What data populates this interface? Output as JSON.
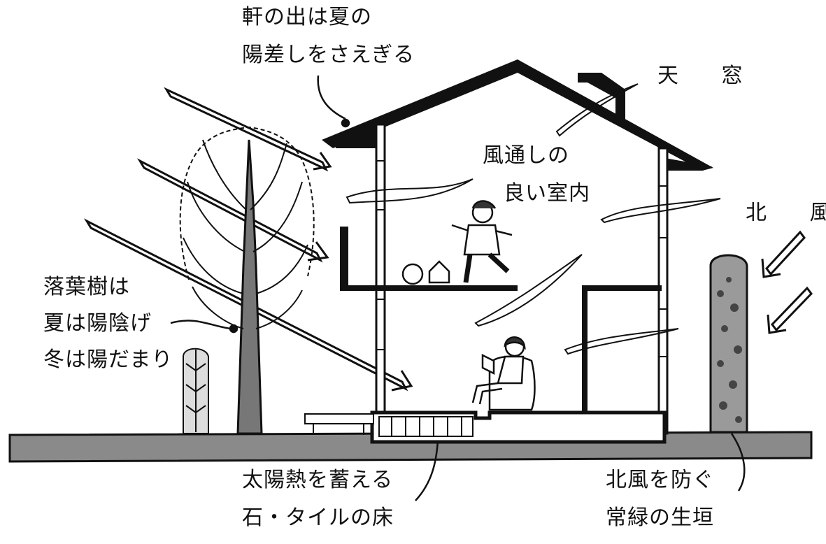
{
  "labels": {
    "eaves_line1": "軒の出は夏の",
    "eaves_line2": "陽差しをさえぎる",
    "skylight": "天 窓",
    "ventilation_line1": "風通しの",
    "ventilation_line2": "良い室内",
    "north_wind": "北 風",
    "tree_line1": "落葉樹は",
    "tree_line2": "夏は陽陰げ",
    "tree_line3": "冬は陽だまり",
    "floor_line1": "太陽熱を蓄える",
    "floor_line2": "石・タイルの床",
    "hedge_line1": "北風を防ぐ",
    "hedge_line2": "常緑の生垣"
  },
  "colors": {
    "ink": "#111111",
    "paper": "#ffffff",
    "ground_fill": "#8a8a8a",
    "foliage": "#555555"
  }
}
